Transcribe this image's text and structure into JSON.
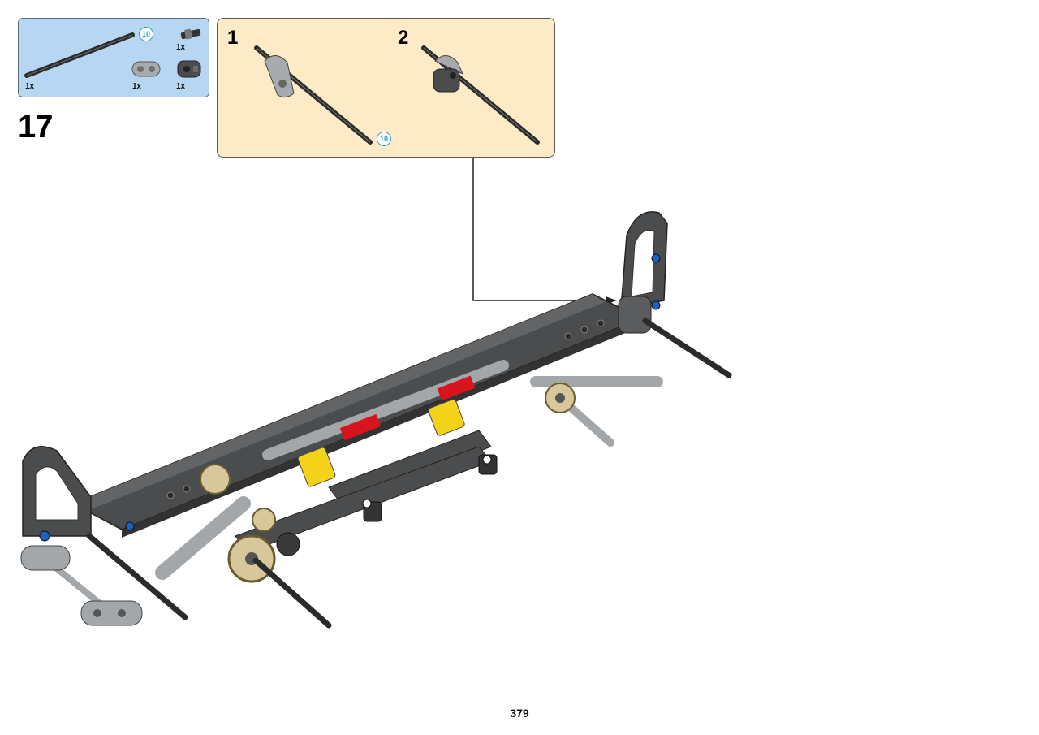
{
  "step": {
    "number": "17"
  },
  "parts": [
    {
      "icon": "axle-10-icon",
      "qty": "1x",
      "length_badge": "10"
    },
    {
      "icon": "beam-connector-light-icon",
      "qty": "1x"
    },
    {
      "icon": "axle-pin-icon",
      "qty": "1x"
    },
    {
      "icon": "cross-block-dark-icon",
      "qty": "1x"
    }
  ],
  "callout": {
    "substeps": [
      {
        "label": "1",
        "length_badge": "10"
      },
      {
        "label": "2"
      }
    ]
  },
  "page": {
    "number": "379"
  },
  "colors": {
    "parts_panel": "#b7d6f2",
    "callout_bg": "#fdebc7",
    "length_badge": "#2aa3c9",
    "dark_gray": "#4a4c4e",
    "light_gray": "#a4a7a9",
    "red": "#d8141c",
    "yellow": "#f4d21a",
    "tan": "#d8c79a",
    "blue": "#1f5fc8"
  }
}
